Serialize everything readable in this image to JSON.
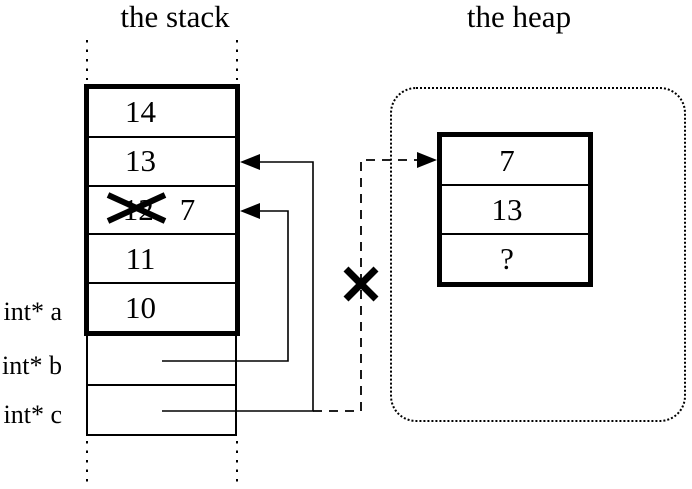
{
  "colors": {
    "ink": "#000000",
    "paper": "#ffffff"
  },
  "stack": {
    "title": "the stack",
    "frame_cells": [
      {
        "value": "14"
      },
      {
        "value": "13"
      },
      {
        "value": "12",
        "crossed_out": true,
        "new_value": "7"
      },
      {
        "value": "11"
      },
      {
        "value": "10"
      }
    ],
    "pointer_vars": [
      {
        "label": "int* a"
      },
      {
        "label": "int* b"
      },
      {
        "label": "int* c"
      }
    ]
  },
  "heap": {
    "title": "the heap",
    "block_cells": [
      {
        "value": "7"
      },
      {
        "value": "13"
      },
      {
        "value": "?"
      }
    ]
  },
  "icons": {
    "overwritten_value_cross": "x-cross",
    "invalid_pointer_cross": "x-cross",
    "stack_pointer_arrowhead": "filled-triangle-left",
    "heap_pointer_arrowhead": "filled-triangle-right"
  }
}
